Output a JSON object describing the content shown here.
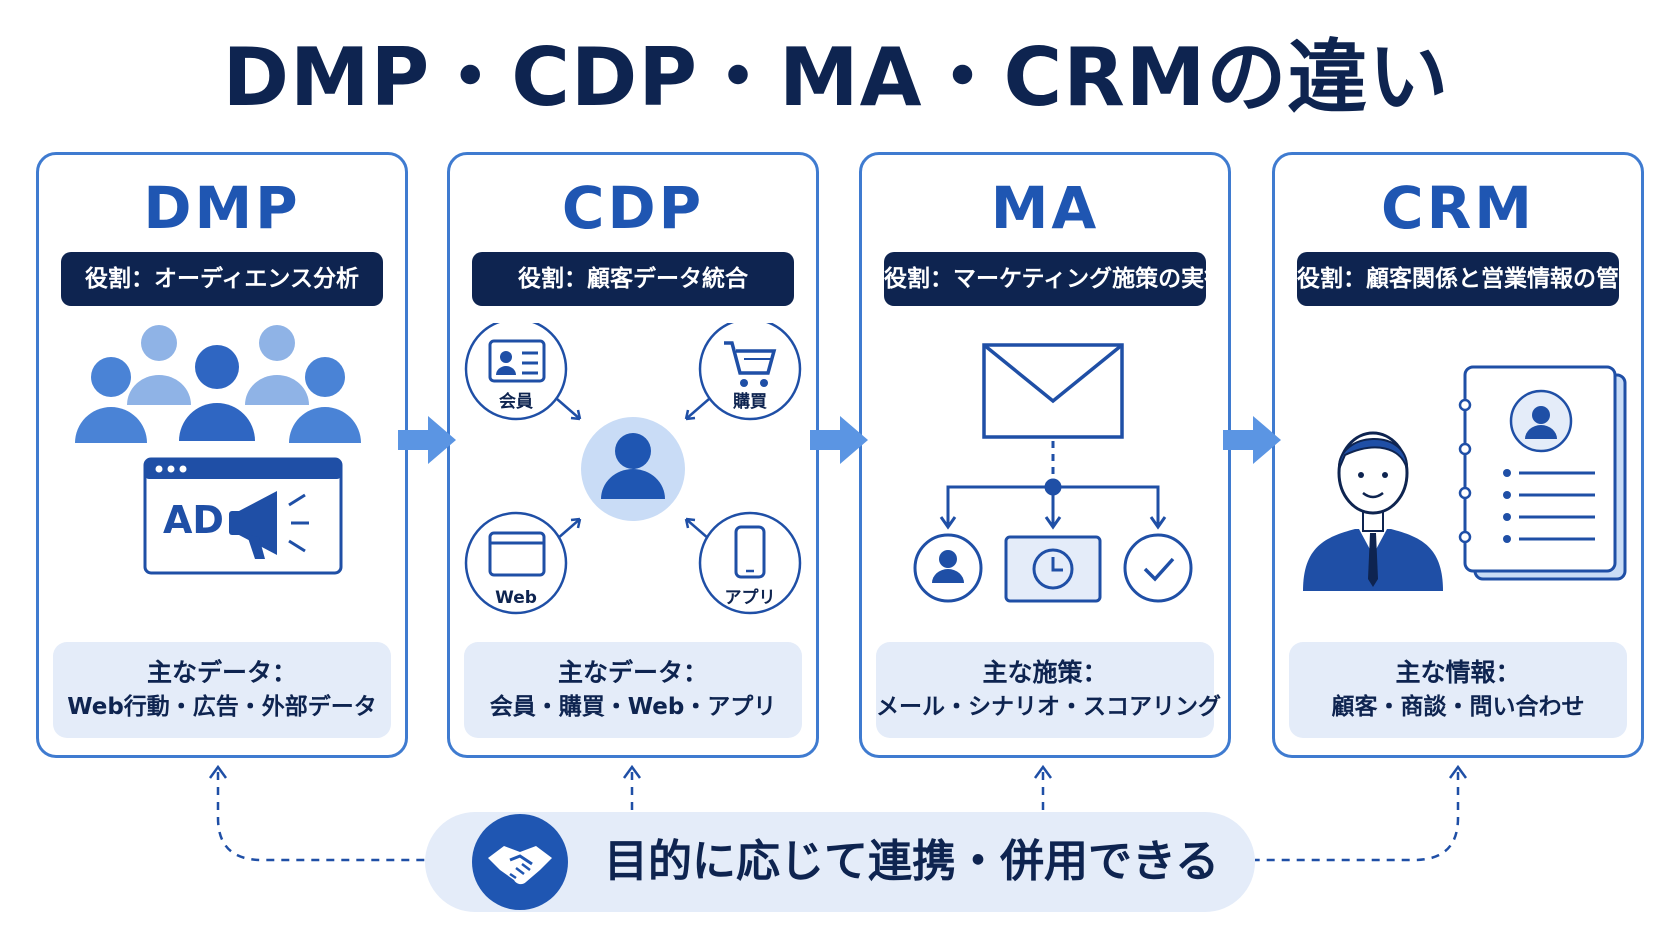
{
  "title": "DMP・CDP・MA・CRMの違い",
  "cards": [
    {
      "name": "DMP",
      "role": "役割：オーディエンス分析",
      "foot_heading": "主なデータ：",
      "foot_values": "Web行動・広告・外部データ",
      "illustration": {
        "ad_text": "AD"
      }
    },
    {
      "name": "CDP",
      "role": "役割：顧客データ統合",
      "foot_heading": "主なデータ：",
      "foot_values": "会員・購買・Web・アプリ",
      "illustration": {
        "sources": [
          "会員",
          "購買",
          "Web",
          "アプリ"
        ]
      }
    },
    {
      "name": "MA",
      "role": "役割：マーケティング施策の実行",
      "foot_heading": "主な施策：",
      "foot_values": "メール・シナリオ・スコアリング"
    },
    {
      "name": "CRM",
      "role": "役割：顧客関係と営業情報の管理",
      "foot_heading": "主な情報：",
      "foot_values": "顧客・商談・問い合わせ"
    }
  ],
  "bottom": {
    "text": "目的に応じて連携・併用できる"
  },
  "colors": {
    "navy": "#0e2450",
    "blue": "#1f56b2",
    "accent": "#3f7bd0",
    "light": "#e4ecf9",
    "arrow": "#5b95e3"
  }
}
